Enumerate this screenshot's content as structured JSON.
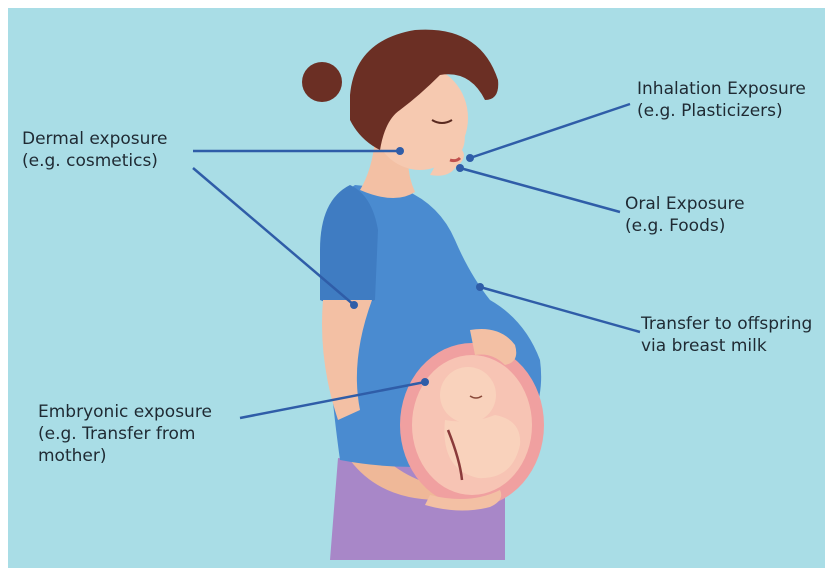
{
  "labels": {
    "dermal": "Dermal exposure\n(e.g.  cosmetics)",
    "inhalation": "Inhalation Exposure\n(e.g. Plasticizers)",
    "oral": "Oral Exposure\n(e.g. Foods)",
    "breast_milk": "Transfer to offspring\nvia breast milk",
    "embryonic": "Embryonic exposure\n(e.g.  Transfer from\nmother)"
  },
  "colors": {
    "background": "#a9dde6",
    "leader_line": "#2f5da8",
    "hair": "#6b2f24",
    "skin": "#f6c9b0",
    "shirt": "#4a8bd0",
    "skirt": "#a887c8",
    "womb": "#f0a0a0"
  }
}
